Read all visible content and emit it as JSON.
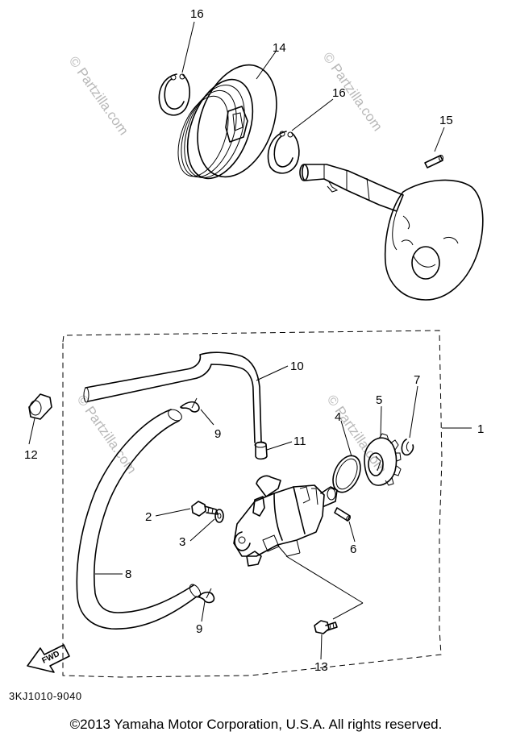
{
  "callouts": {
    "c1": "1",
    "c2": "2",
    "c3": "3",
    "c4": "4",
    "c5": "5",
    "c6": "6",
    "c7": "7",
    "c8": "8",
    "c9a": "9",
    "c9b": "9",
    "c10": "10",
    "c11": "11",
    "c12": "12",
    "c13": "13",
    "c14": "14",
    "c15": "15",
    "c16a": "16",
    "c16b": "16"
  },
  "fwd_label": "FWD",
  "watermark": "© Partzilla.com",
  "diagram_code": "3KJ1010-9040",
  "copyright": "©2013 Yamaha Motor Corporation, U.S.A. All rights reserved."
}
